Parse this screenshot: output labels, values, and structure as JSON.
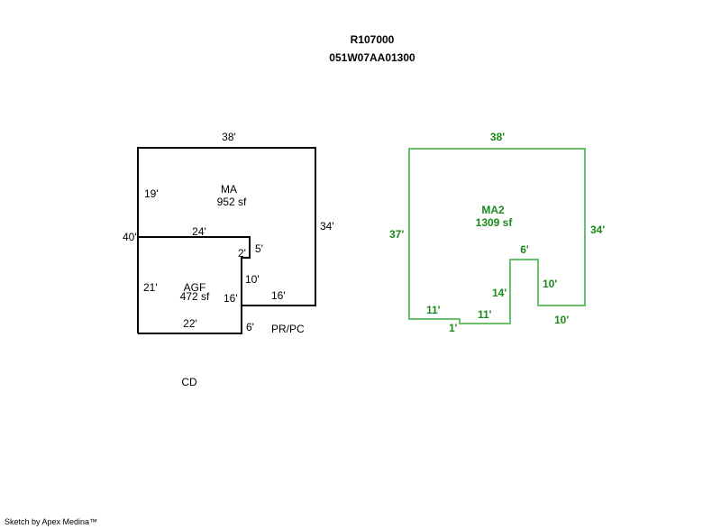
{
  "header": {
    "account_id": "R107000",
    "map_tax_lot": "051W07AA01300"
  },
  "colors": {
    "building_outline": "#000000",
    "addition_outline": "#6cbf6c",
    "addition_text": "#1a8a1a"
  },
  "sketch_left": {
    "areas": [
      {
        "code": "MA",
        "area": "952 sf"
      },
      {
        "code": "AGF",
        "area": "472 sf"
      },
      {
        "code": "PR/PC"
      },
      {
        "code": "CD"
      }
    ],
    "dimensions": {
      "top": "38'",
      "right": "34'",
      "left_upper": "19'",
      "left_mid": "40'",
      "agf_top": "24'",
      "notch_small": "2'",
      "notch_side": "5'",
      "inner_10": "10'",
      "inner_16_horiz": "16'",
      "agf_left": "21'",
      "agf_right": "16'",
      "agf_bottom": "22'",
      "bottom_6": "6'"
    }
  },
  "sketch_right": {
    "area": {
      "code": "MA2",
      "area": "1309 sf"
    },
    "dimensions": {
      "top": "38'",
      "left": "37'",
      "right": "34'",
      "bottom_left": "11'",
      "step": "1'",
      "bottom_mid": "11'",
      "rise": "14'",
      "notch_top": "6'",
      "notch_drop": "10'",
      "bottom_right": "10'"
    }
  },
  "footer": {
    "credit": "Sketch by Apex Medina™"
  }
}
